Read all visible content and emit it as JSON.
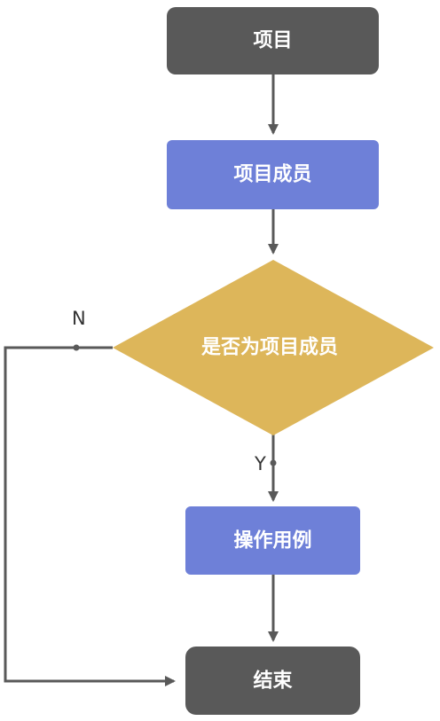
{
  "flowchart": {
    "nodes": {
      "project": {
        "label": "项目",
        "color": "#595959"
      },
      "members": {
        "label": "项目成员",
        "color": "#6E80D8"
      },
      "decision": {
        "label": "是否为项目成员",
        "color": "#DDB65A"
      },
      "usecase": {
        "label": "操作用例",
        "color": "#6E80D8"
      },
      "end": {
        "label": "结束",
        "color": "#595959"
      }
    },
    "edges": {
      "no_label": "N",
      "yes_label": "Y"
    },
    "edge_color": "#595959"
  }
}
